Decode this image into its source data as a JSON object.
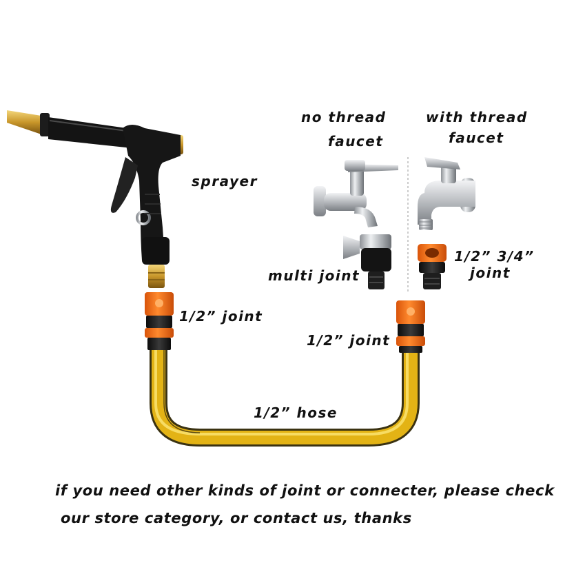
{
  "labels": {
    "no_thread_faucet_line1": "no thread",
    "no_thread_faucet_line2": "faucet",
    "with_thread_faucet_line1": "with thread",
    "with_thread_faucet_line2": "faucet",
    "sprayer": "sprayer",
    "multi_joint": "multi joint",
    "half_three_quarter_joint_line1": "1/2” 3/4”",
    "half_three_quarter_joint_line2": "joint",
    "half_joint_left": "1/2” joint",
    "half_joint_right": "1/2” joint",
    "hose": "1/2” hose"
  },
  "note": {
    "line1": "if you need other kinds of joint or connecter, please check",
    "line2": "our store category, or contact us, thanks"
  },
  "colors": {
    "hose_yellow": "#e3b315",
    "hose_dark": "#3a3212",
    "connector_orange": "#f26b13",
    "connector_black": "#1b1b1b",
    "brass": "#c8962a",
    "chrome": "#b9bcbf"
  }
}
